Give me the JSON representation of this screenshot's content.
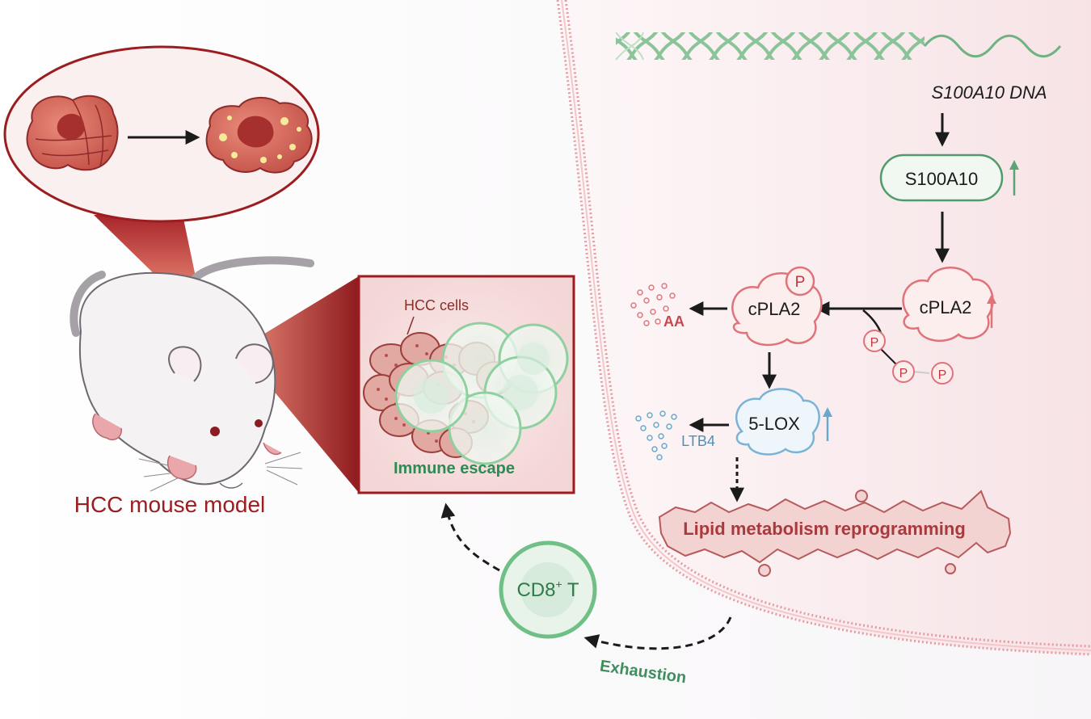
{
  "labels": {
    "gene_dna": "S100A10 DNA",
    "s100a10": "S100A10",
    "cpla2_upper": "cPLA2",
    "cpla2_phospho": "cPLA2",
    "phospho_mark": "P",
    "aa": "AA",
    "five_lox": "5-LOX",
    "ltb4": "LTB4",
    "lipid": "Lipid metabolism reprogramming",
    "hcc_cells": "HCC cells",
    "immune_escape": "Immune escape",
    "cd8_main": "CD8",
    "cd8_sup": "+",
    "cd8_t": " T",
    "exhaustion": "Exhaustion",
    "mouse_model": "HCC mouse model"
  },
  "colors": {
    "dark_red": "#9b1d20",
    "red_stroke": "#d9565d",
    "pink_fill": "#f6e3e3",
    "green": "#3f8e5e",
    "green_light": "#d8eedd",
    "blue": "#6aa9cf",
    "membrane": "#e7a1a6"
  },
  "icons": [
    "dna-helix-icon",
    "up-arrow-icon",
    "phosphate-icon",
    "liver-icon",
    "mouse-icon",
    "cell-icon"
  ]
}
